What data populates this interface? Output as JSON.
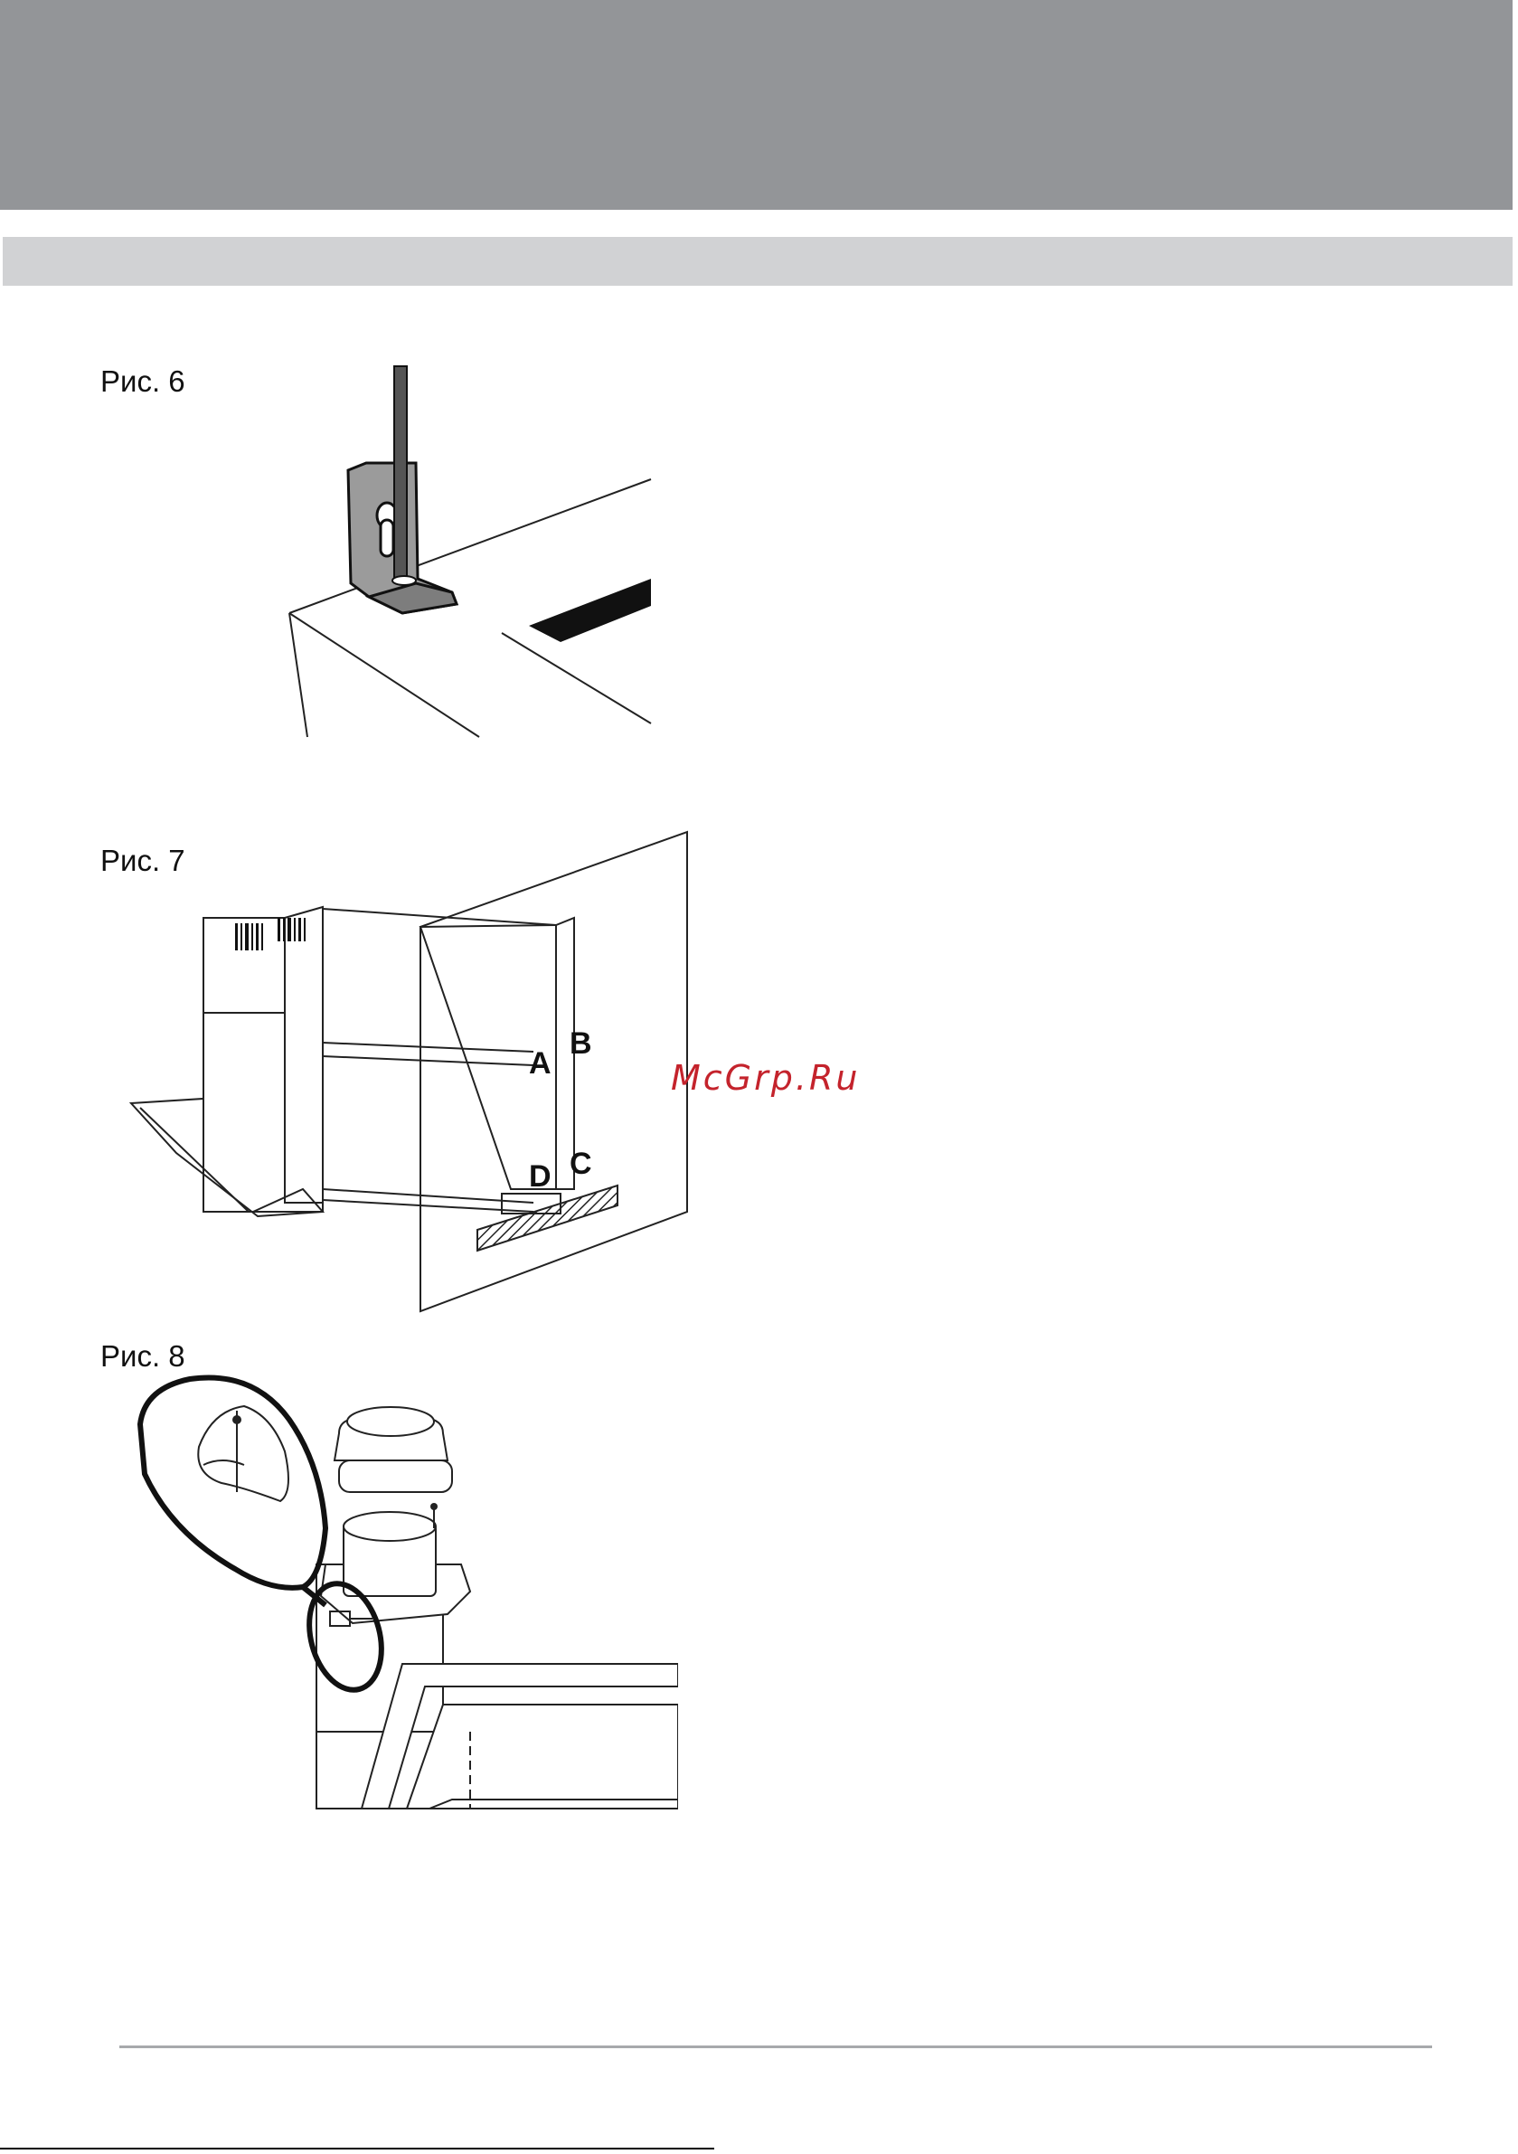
{
  "figures": [
    {
      "label": "Рис. 6"
    },
    {
      "label": "Рис. 7",
      "markers": [
        "A",
        "B",
        "C",
        "D"
      ]
    },
    {
      "label": "Рис. 8"
    }
  ],
  "watermark": "McGrp.Ru",
  "colors": {
    "header_band": "#939598",
    "sub_band": "#d1d2d4",
    "watermark": "#c4232c",
    "bracket_fill": "#9b9b9b"
  }
}
